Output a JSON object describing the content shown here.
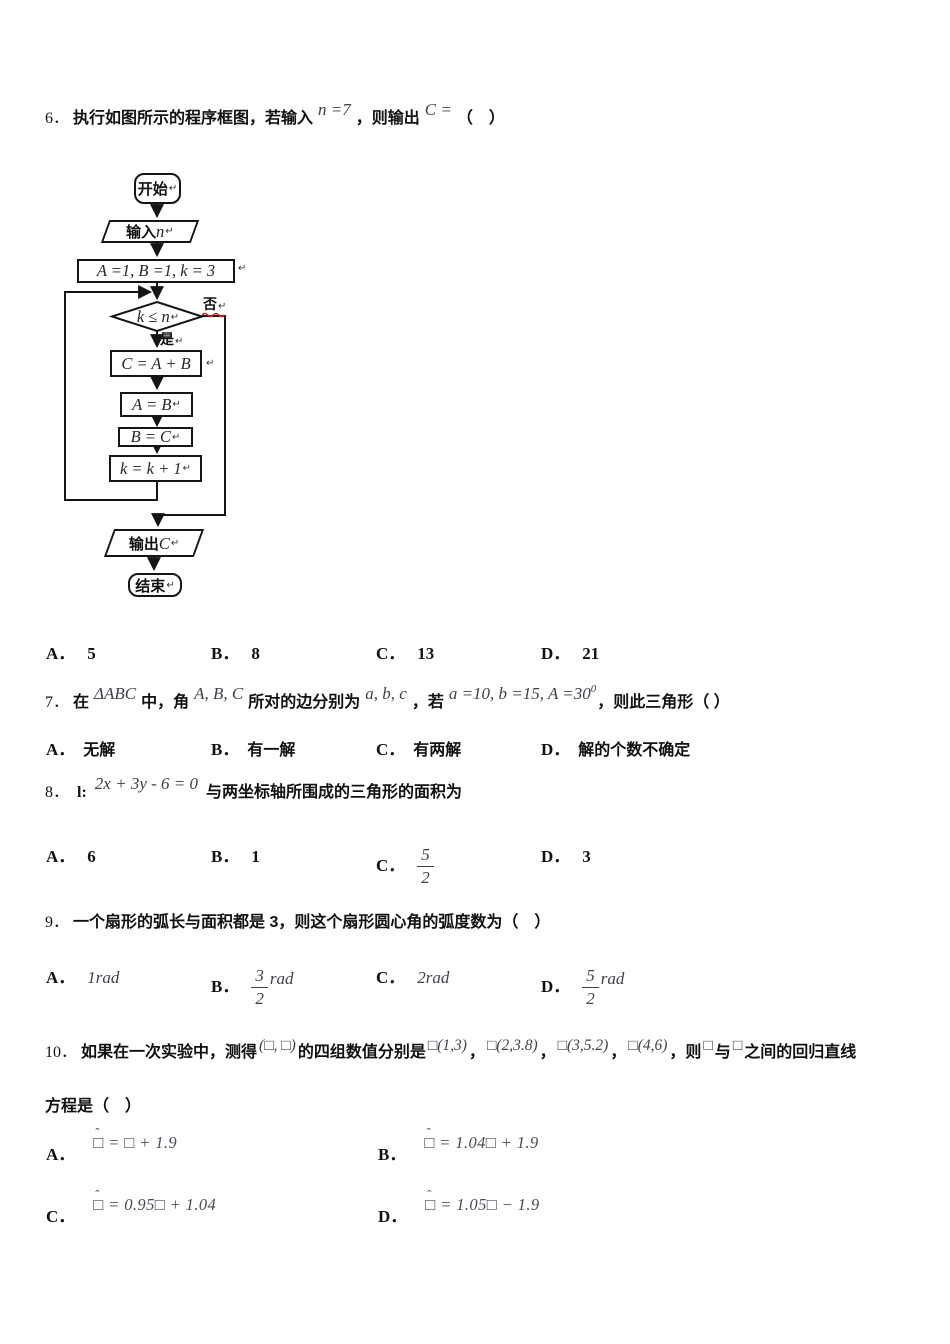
{
  "colors": {
    "text": "#111111",
    "math_gray": "#3f3f49",
    "spellcheck_red": "#d91c1c"
  },
  "q6": {
    "num": "6．",
    "seg1": "执行如图所示的程序框图，若输入",
    "math1": "n =7",
    "seg2": "，则输出",
    "math2": "C =",
    "seg3": "（　）",
    "options": [
      {
        "label": "A．",
        "value": "5"
      },
      {
        "label": "B．",
        "value": "8"
      },
      {
        "label": "C．",
        "value": "13"
      },
      {
        "label": "D．",
        "value": "21"
      }
    ]
  },
  "flowchart": {
    "start": {
      "label": "开始",
      "mark": "↵"
    },
    "input": {
      "label": "输入",
      "math": "n",
      "mark": "↵"
    },
    "init": {
      "math": "A =1, B =1, k = 3",
      "mark": "↵"
    },
    "cond": {
      "math": "k ≤ n",
      "mark": "↵"
    },
    "branch_no": {
      "label": "否",
      "mark": "↵"
    },
    "branch_yes": {
      "label": "是",
      "mark": "↵"
    },
    "step1": {
      "math": "C = A + B",
      "mark": "↵"
    },
    "step2": {
      "math": "A = B",
      "mark": "↵"
    },
    "step3": {
      "math": "B = C",
      "mark": "↵"
    },
    "step4": {
      "math": "k = k + 1",
      "mark": "↵"
    },
    "output": {
      "label": "输出",
      "math": "C",
      "mark": "↵"
    },
    "end": {
      "label": "结束",
      "mark": "↵"
    }
  },
  "q7": {
    "num": "7．",
    "seg1": "在",
    "math1": "ΔABC",
    "seg2": "中，角",
    "math2": "A, B, C",
    "seg3": "所对的边分别为",
    "math3": "a, b, c",
    "seg4": "，若",
    "math4": "a =10, b =15, A =30",
    "sup": "0",
    "seg5": "，则此三角形（ ）",
    "options": [
      {
        "label": "A．",
        "value": "无解"
      },
      {
        "label": "B．",
        "value": "有一解"
      },
      {
        "label": "C．",
        "value": "有两解"
      },
      {
        "label": "D．",
        "value": "解的个数不确定"
      }
    ]
  },
  "q8": {
    "num": "8．",
    "lead": "l:",
    "math1": "2x + 3y - 6 = 0",
    "seg1": "与两坐标轴所围成的三角形的面积为",
    "options": [
      {
        "label": "A．",
        "value": "6"
      },
      {
        "label": "B．",
        "value": "1"
      },
      {
        "label": "C．",
        "num": "5",
        "den": "2"
      },
      {
        "label": "D．",
        "value": "3"
      }
    ]
  },
  "q9": {
    "num": "9．",
    "seg1": "一个扇形的弧长与面积都是 3，则这个扇形圆心角的弧度数为（　）",
    "options": [
      {
        "label": "A．",
        "value": "1rad"
      },
      {
        "label": "B．",
        "num": "3",
        "den": "2",
        "suffix": "rad"
      },
      {
        "label": "C．",
        "value": "2rad"
      },
      {
        "label": "D．",
        "num": "5",
        "den": "2",
        "suffix": "rad"
      }
    ]
  },
  "q10": {
    "num": "10．",
    "seg1": "如果在一次实验中，测得",
    "math1": "(□, □)",
    "seg2": "的四组数值分别是",
    "g1": "□(1,3)",
    "c1": "，",
    "g2": "□(2,3.8)",
    "c2": "，",
    "g3": "□(3,5.2)",
    "c3": "，",
    "g4": "□(4,6)",
    "seg3": "，则",
    "b1": "□",
    "seg4": "与",
    "b2": "□",
    "seg5": "之间的回归直线",
    "line2": "方程是（　）",
    "options": [
      {
        "label": "A．",
        "hat": "ˆ",
        "lhs": "□",
        "rhs": "= □ + 1.9"
      },
      {
        "label": "B．",
        "hat": "ˆ",
        "lhs": "□",
        "rhs": "= 1.04□ + 1.9"
      },
      {
        "label": "C．",
        "hat": "ˆ",
        "lhs": "□",
        "rhs": "= 0.95□ + 1.04"
      },
      {
        "label": "D．",
        "hat": "ˆ",
        "lhs": "□",
        "rhs": "= 1.05□ − 1.9"
      }
    ]
  }
}
